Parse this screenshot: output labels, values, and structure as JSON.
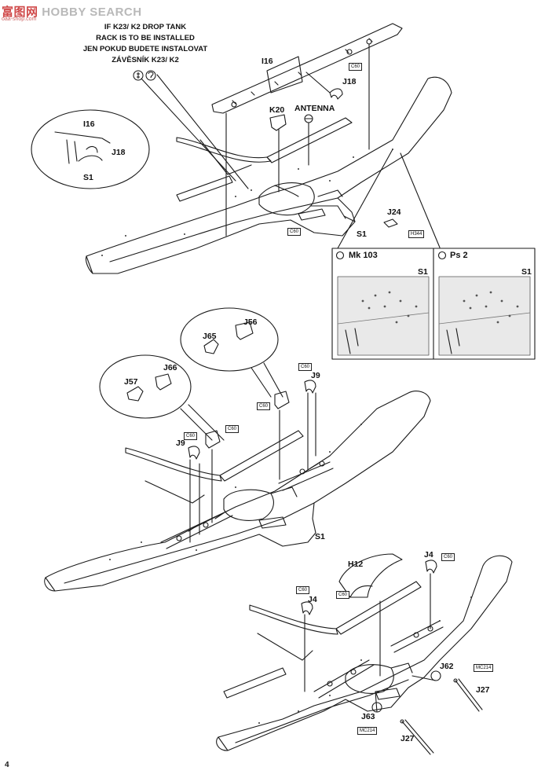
{
  "watermark": {
    "logo": "富图网",
    "title": "HOBBY SEARCH",
    "url": "oaa-shop.com"
  },
  "note": {
    "line1": "IF K23/ K2 DROP TANK",
    "line2": "RACK IS TO BE INSTALLED",
    "line3": "JEN POKUD BUDETE INSTALOVAT",
    "line4": "ZÁVĚSNÍK K23/ K2"
  },
  "top_section": {
    "labels": [
      "I16",
      "J18",
      "K20",
      "ANTENNA",
      "J24",
      "S1"
    ],
    "boxes": [
      "C60",
      "C60",
      "H344"
    ],
    "bubble": {
      "labels": [
        "I16",
        "J18",
        "S1"
      ]
    }
  },
  "insets": [
    {
      "title": "Mk 103",
      "label": "S1"
    },
    {
      "title": "Ps 2",
      "label": "S1"
    }
  ],
  "middle_section": {
    "bubble_a": [
      "J56",
      "J65"
    ],
    "bubble_b": [
      "J57",
      "J66"
    ],
    "labels": [
      "J9",
      "J9",
      "S1"
    ],
    "boxes": [
      "C60",
      "C60",
      "C60",
      "C60"
    ]
  },
  "bottom_section": {
    "labels": [
      "H12",
      "J4",
      "J4",
      "J62",
      "J27",
      "J63",
      "J27"
    ],
    "boxes": [
      "C60",
      "C60",
      "C60",
      "MC214",
      "MC214"
    ]
  },
  "page_number": "4",
  "colors": {
    "line": "#1a1a1a",
    "panel_fill": "#e9e9e9",
    "detail_gray": "#9a9a9a"
  }
}
